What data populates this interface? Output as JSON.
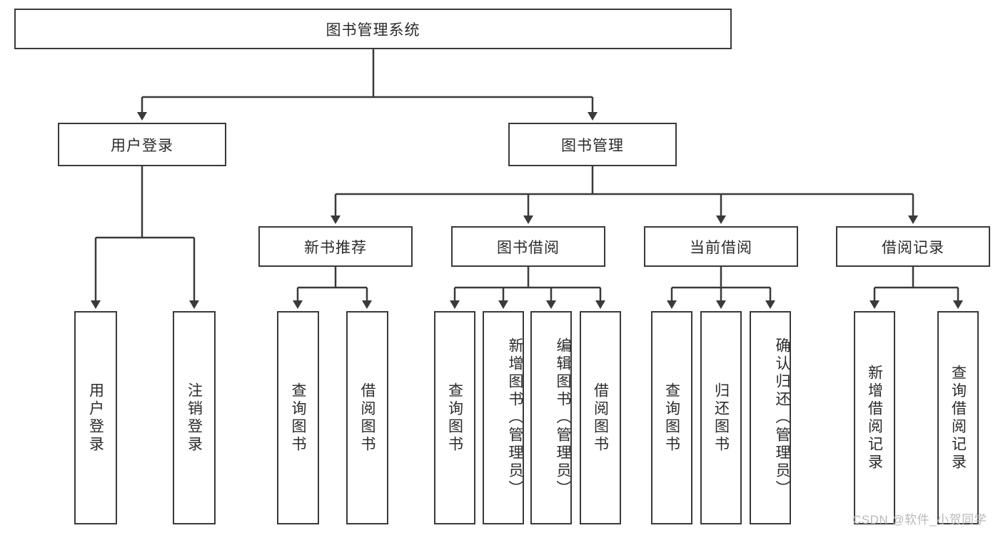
{
  "diagram": {
    "type": "tree-hierarchy",
    "title": "图书管理系统",
    "root": {
      "label": "图书管理系统",
      "name": "node-root-system"
    },
    "level1": [
      {
        "label": "用户登录",
        "name": "node-user-login"
      },
      {
        "label": "图书管理",
        "name": "node-book-management"
      }
    ],
    "level2": [
      {
        "label": "新书推荐",
        "name": "node-new-book-recommend"
      },
      {
        "label": "图书借阅",
        "name": "node-book-borrow"
      },
      {
        "label": "当前借阅",
        "name": "node-current-borrow"
      },
      {
        "label": "借阅记录",
        "name": "node-borrow-record"
      }
    ],
    "leaves": {
      "user_login": [
        {
          "label": "用户登录",
          "name": "leaf-user-login"
        },
        {
          "label": "注销登录",
          "name": "leaf-logout"
        }
      ],
      "new_book_recommend": [
        {
          "label": "查询图书",
          "name": "leaf-query-book-recommend"
        },
        {
          "label": "借阅图书",
          "name": "leaf-borrow-book-recommend"
        }
      ],
      "book_borrow": [
        {
          "label": "查询图书",
          "name": "leaf-query-book-borrow"
        },
        {
          "label": "新增图书（管理员）",
          "name": "leaf-add-book-admin"
        },
        {
          "label": "编辑图书（管理员）",
          "name": "leaf-edit-book-admin"
        },
        {
          "label": "借阅图书",
          "name": "leaf-borrow-book"
        }
      ],
      "current_borrow": [
        {
          "label": "查询图书",
          "name": "leaf-query-book-current"
        },
        {
          "label": "归还图书",
          "name": "leaf-return-book"
        },
        {
          "label": "确认归还（管理员）",
          "name": "leaf-confirm-return-admin"
        }
      ],
      "borrow_record": [
        {
          "label": "新增借阅记录",
          "name": "leaf-add-borrow-record"
        },
        {
          "label": "查询借阅记录",
          "name": "leaf-query-borrow-record"
        }
      ]
    },
    "watermark": "CSDN @软件_小贺同学",
    "colors": {
      "border": "#3a3a3a",
      "background": "#ffffff",
      "text": "#2b2b2b",
      "watermark": "#b9b9b9"
    }
  }
}
